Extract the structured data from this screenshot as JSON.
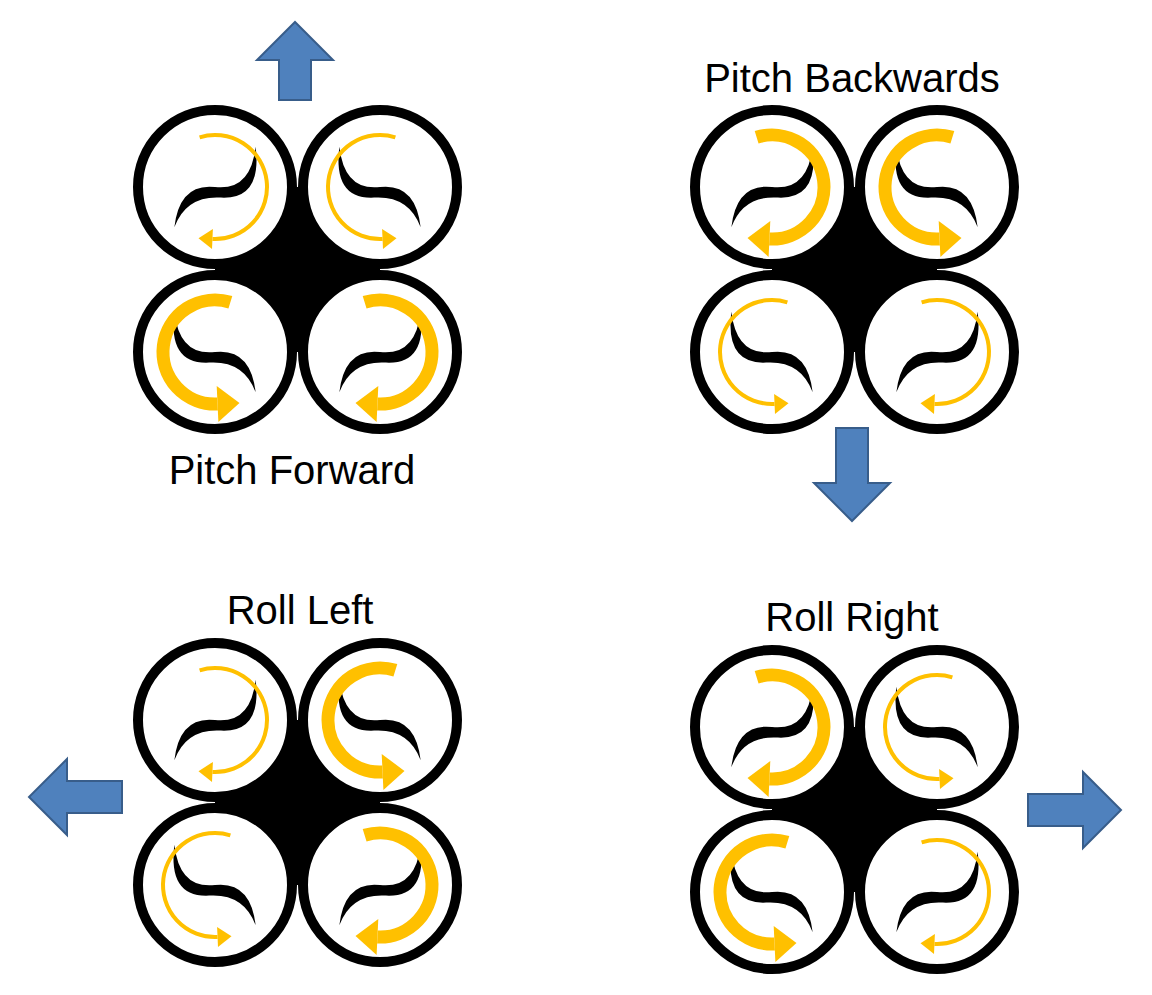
{
  "diagram": {
    "labels": [
      "Pitch Backwards",
      "Pitch Forward",
      "Roll Left",
      "Roll Right"
    ]
  }
}
